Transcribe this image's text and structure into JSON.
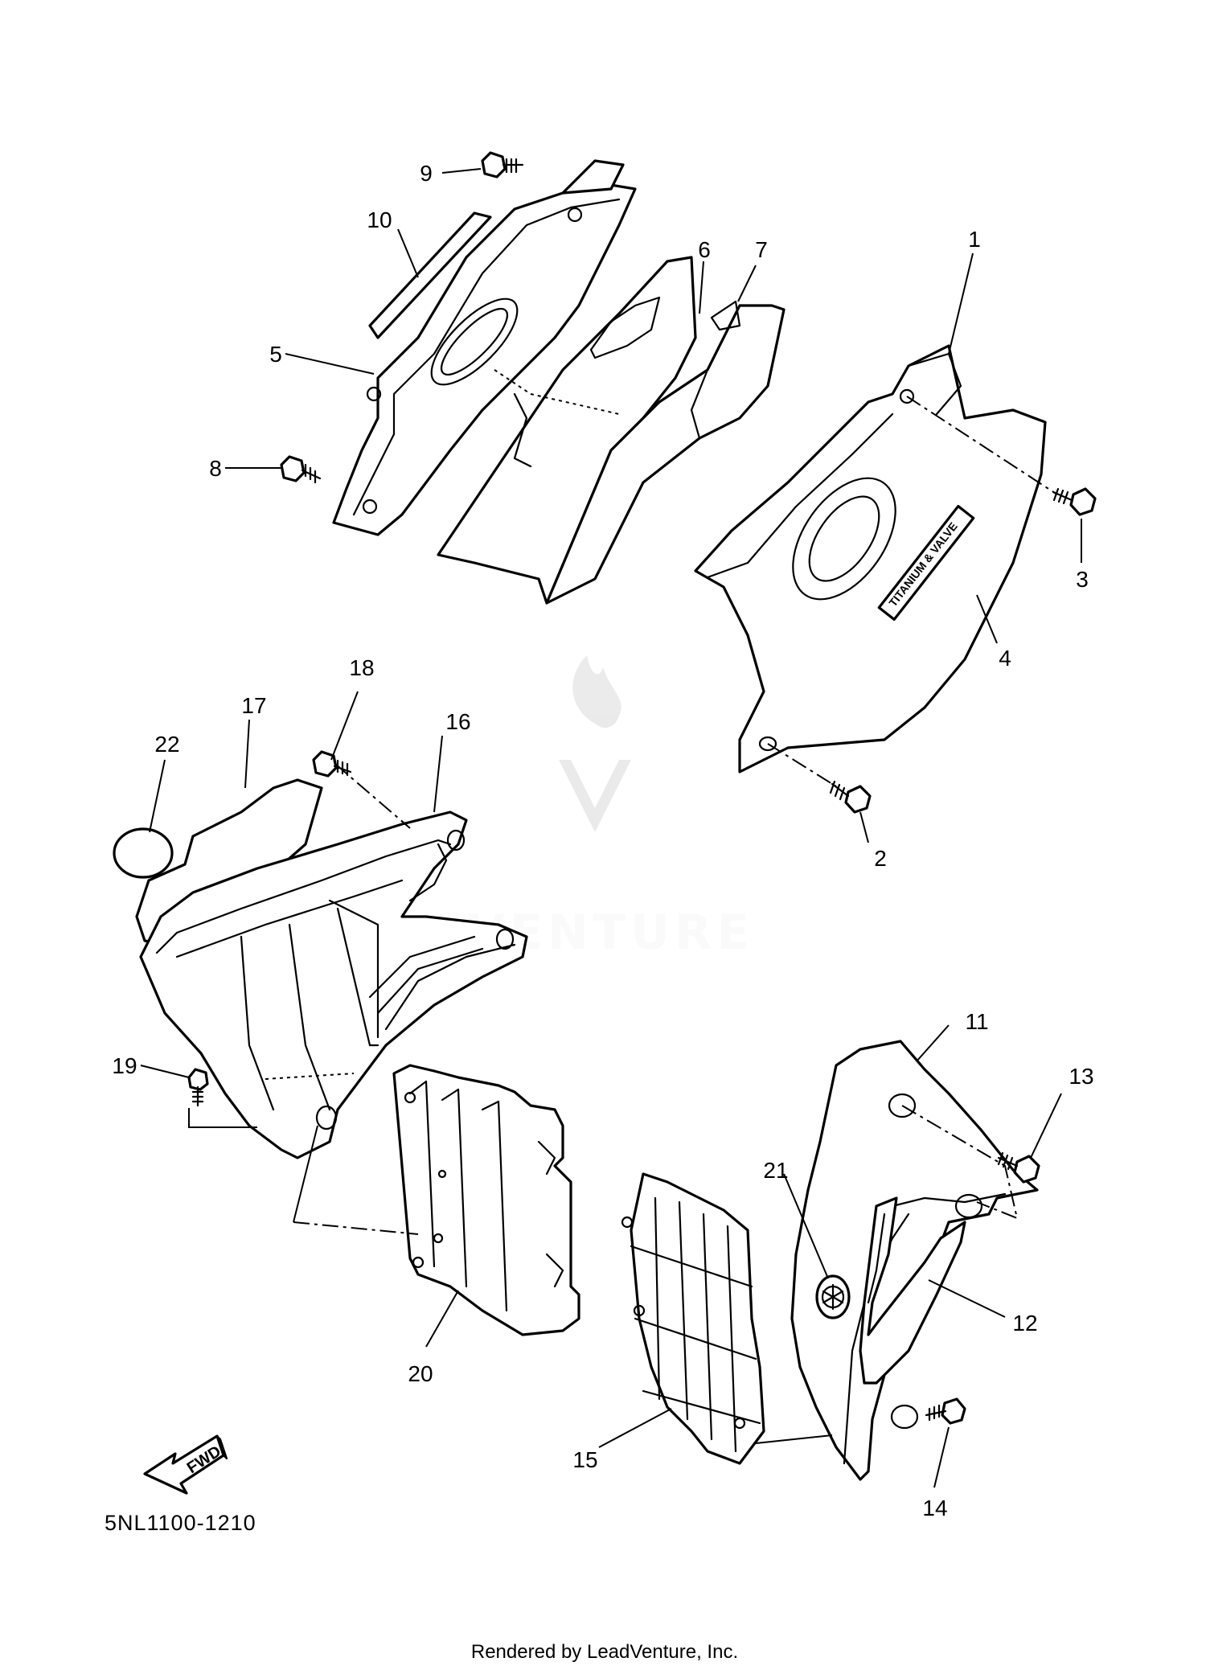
{
  "diagram_code": "5NL1100-1210",
  "credit": "Rendered by LeadVenture, Inc.",
  "watermark": "VENTURE",
  "decal_text": "TITANIUM & VALVE",
  "fwd_label": "FWD",
  "callouts": [
    "1",
    "2",
    "3",
    "4",
    "5",
    "6",
    "7",
    "8",
    "9",
    "10",
    "11",
    "12",
    "13",
    "14",
    "15",
    "16",
    "17",
    "18",
    "19",
    "20",
    "21",
    "22"
  ]
}
